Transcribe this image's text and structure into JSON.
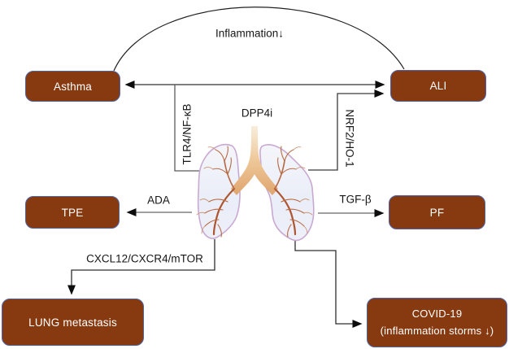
{
  "diagram": {
    "center": {
      "drug_label": "DPP4i",
      "icon": "lungs-illustration"
    },
    "top_arc": {
      "label": "Inflammation↓"
    },
    "nodes": {
      "asthma": {
        "label": "Asthma"
      },
      "ali": {
        "label": "ALI"
      },
      "tpe": {
        "label": "TPE"
      },
      "pf": {
        "label": "PF"
      },
      "lung_metastasis": {
        "label": "LUNG metastasis"
      },
      "covid": {
        "label_line1": "COVID-19",
        "label_line2": "(inflammation storms ↓)"
      }
    },
    "pathways": {
      "tlr4": "TLR4/NF-κB",
      "nrf2": "NRF2/HO-1",
      "ada": "ADA",
      "tgfb": "TGF-β",
      "cxcl12": "CXCL12/CXCR4/mTOR"
    },
    "colors": {
      "node_fill": "#873a10",
      "node_border": "#4d63a8",
      "node_text": "#ffffff",
      "line": "#4a4a4a",
      "arrowhead": "#0d0d0d",
      "lung_outline": "#c9a9d1",
      "lung_fill": "#edf1f9",
      "bronchi": "#ad5631",
      "trachea": "#e5b27c"
    }
  }
}
